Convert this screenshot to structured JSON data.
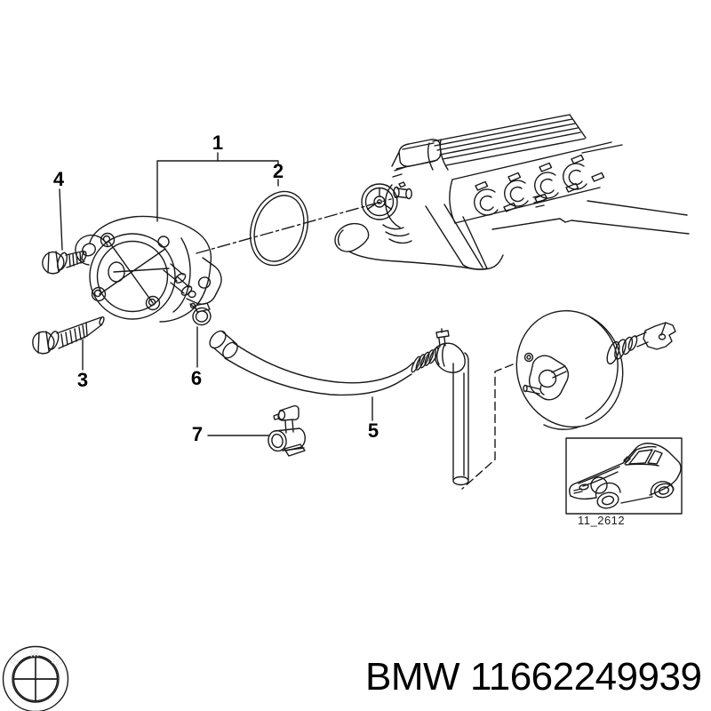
{
  "diagram": {
    "callouts": [
      {
        "label": "1"
      },
      {
        "label": "2"
      },
      {
        "label": "3"
      },
      {
        "label": "4"
      },
      {
        "label": "5"
      },
      {
        "label": "6"
      },
      {
        "label": "7"
      }
    ],
    "inset_code": "11_2612"
  },
  "footer": {
    "brand": "BMW",
    "part_number": "11662249939",
    "logo_letters": [
      "B",
      "M",
      "W"
    ]
  },
  "colors": {
    "line": "#1a1a1a",
    "background": "#ffffff",
    "text": "#000000",
    "logo_blue_light": "#6ea9d0",
    "logo_blue_dark": "#1f659e",
    "inset_border": "#8a8a8a"
  }
}
